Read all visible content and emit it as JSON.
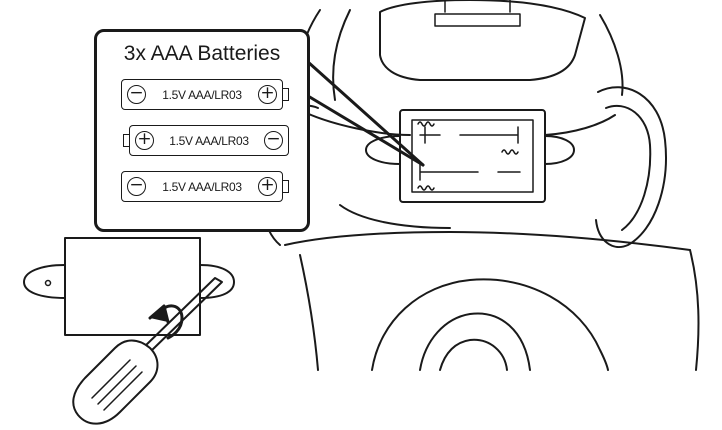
{
  "callout": {
    "title": "3x AAA Batteries"
  },
  "batteries": [
    {
      "label": "1.5V AAA/LR03",
      "left_pole": "⊖",
      "right_pole": "⊕"
    },
    {
      "label": "1.5V AAA/LR03",
      "left_pole": "⊕",
      "right_pole": "⊖"
    },
    {
      "label": "1.5V AAA/LR03",
      "left_pole": "⊖",
      "right_pole": "⊕"
    }
  ],
  "icons": {
    "screwdriver": "screwdriver-icon",
    "rotate_arrow": "rotate-arrow-icon",
    "spring": "spring-contact-icon"
  },
  "colors": {
    "ink": "#1a1a1a",
    "background": "#ffffff"
  }
}
